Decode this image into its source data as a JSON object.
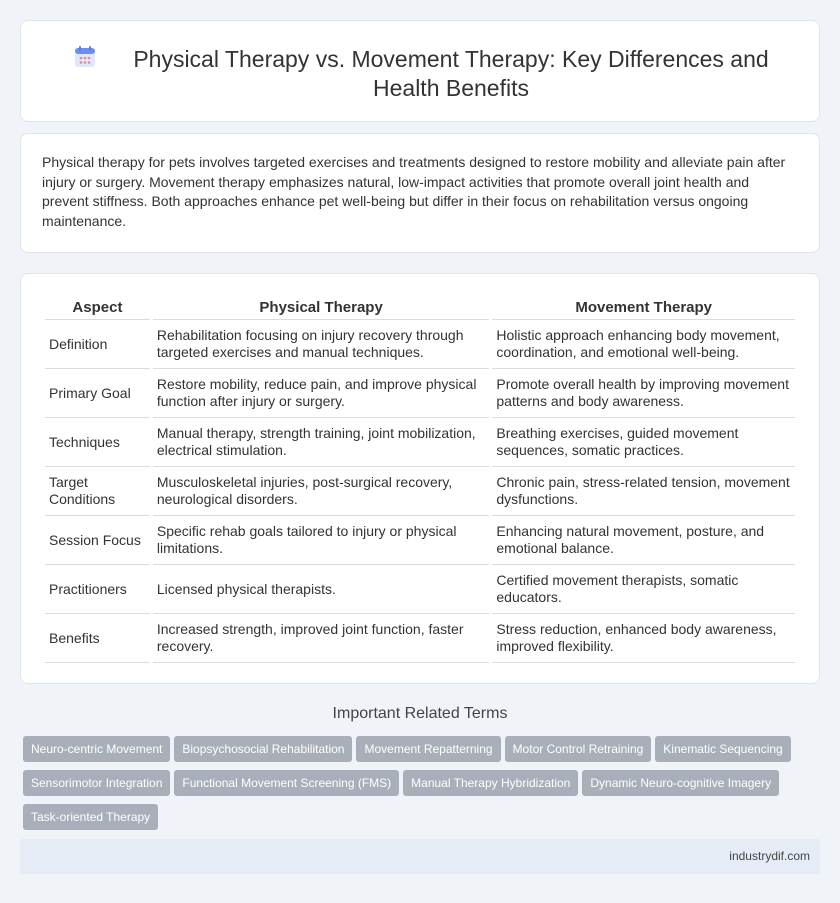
{
  "header": {
    "title": "Physical Therapy vs. Movement Therapy: Key Differences and Health Benefits",
    "icon": "calendar-icon"
  },
  "intro": {
    "text": "Physical therapy for pets involves targeted exercises and treatments designed to restore mobility and alleviate pain after injury or surgery. Movement therapy emphasizes natural, low-impact activities that promote overall joint health and prevent stiffness. Both approaches enhance pet well-being but differ in their focus on rehabilitation versus ongoing maintenance."
  },
  "table": {
    "headers": [
      "Aspect",
      "Physical Therapy",
      "Movement Therapy"
    ],
    "rows": [
      [
        "Definition",
        "Rehabilitation focusing on injury recovery through targeted exercises and manual techniques.",
        "Holistic approach enhancing body movement, coordination, and emotional well-being."
      ],
      [
        "Primary Goal",
        "Restore mobility, reduce pain, and improve physical function after injury or surgery.",
        "Promote overall health by improving movement patterns and body awareness."
      ],
      [
        "Techniques",
        "Manual therapy, strength training, joint mobilization, electrical stimulation.",
        "Breathing exercises, guided movement sequences, somatic practices."
      ],
      [
        "Target Conditions",
        "Musculoskeletal injuries, post-surgical recovery, neurological disorders.",
        "Chronic pain, stress-related tension, movement dysfunctions."
      ],
      [
        "Session Focus",
        "Specific rehab goals tailored to injury or physical limitations.",
        "Enhancing natural movement, posture, and emotional balance."
      ],
      [
        "Practitioners",
        "Licensed physical therapists.",
        "Certified movement therapists, somatic educators."
      ],
      [
        "Benefits",
        "Increased strength, improved joint function, faster recovery.",
        "Stress reduction, enhanced body awareness, improved flexibility."
      ]
    ]
  },
  "related": {
    "title": "Important Related Terms",
    "tags": [
      "Neuro-centric Movement",
      "Biopsychosocial Rehabilitation",
      "Movement Repatterning",
      "Motor Control Retraining",
      "Kinematic Sequencing",
      "Sensorimotor Integration",
      "Functional Movement Screening (FMS)",
      "Manual Therapy Hybridization",
      "Dynamic Neuro-cognitive Imagery",
      "Task-oriented Therapy"
    ]
  },
  "footer": {
    "text": "industrydif.com"
  },
  "colors": {
    "background": "#f0f3f8",
    "tag_bg": "#a9afb8",
    "footer_bg": "#e6ecf5"
  }
}
